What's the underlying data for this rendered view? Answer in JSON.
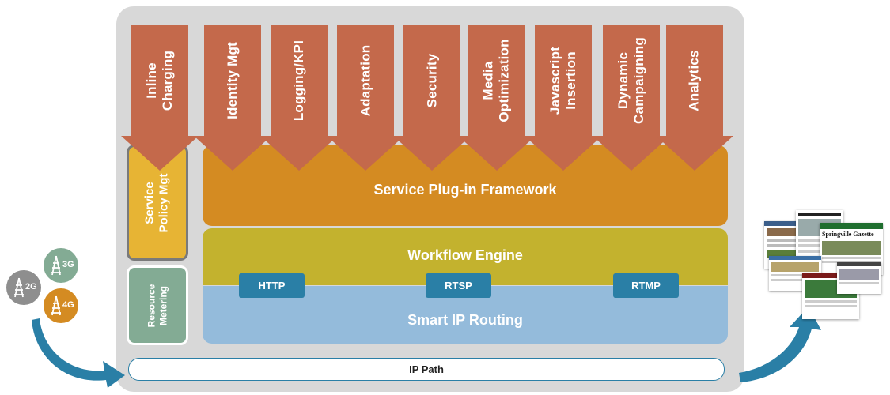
{
  "modules": [
    {
      "id": "inline-charging",
      "line1": "Inline",
      "line2": "Charging"
    },
    {
      "id": "identity-mgt",
      "line1": "Identity Mgt",
      "line2": ""
    },
    {
      "id": "logging-kpi",
      "line1": "Logging/KPI",
      "line2": ""
    },
    {
      "id": "adaptation",
      "line1": "Adaptation",
      "line2": ""
    },
    {
      "id": "security",
      "line1": "Security",
      "line2": ""
    },
    {
      "id": "media-optimization",
      "line1": "Media",
      "line2": "Optimization"
    },
    {
      "id": "javascript-insertion",
      "line1": "Javascript",
      "line2": "Insertion"
    },
    {
      "id": "dynamic-campaigning",
      "line1": "Dynamic",
      "line2": "Campaigning"
    },
    {
      "id": "analytics",
      "line1": "Analytics",
      "line2": ""
    }
  ],
  "layers": {
    "service_plugin": "Service Plug-in Framework",
    "workflow": "Workflow Engine",
    "routing": "Smart IP Routing"
  },
  "protocols": [
    "HTTP",
    "RTSP",
    "RTMP"
  ],
  "side": {
    "policy_line1": "Service",
    "policy_line2": "Policy Mgt",
    "metering_line1": "Resource",
    "metering_line2": "Metering"
  },
  "ip_path": "IP Path",
  "networks": [
    "2G",
    "3G",
    "4G"
  ],
  "newspaper_title": "Springville Gazette",
  "colors": {
    "module_arrow": "#c4694b",
    "service_plugin": "#d48b22",
    "workflow": "#c3b22e",
    "routing": "#94bbdb",
    "protocol": "#2a7fa6",
    "policy": "#e7b434",
    "metering": "#83ab94",
    "flow_arrow": "#2a7fa6"
  }
}
